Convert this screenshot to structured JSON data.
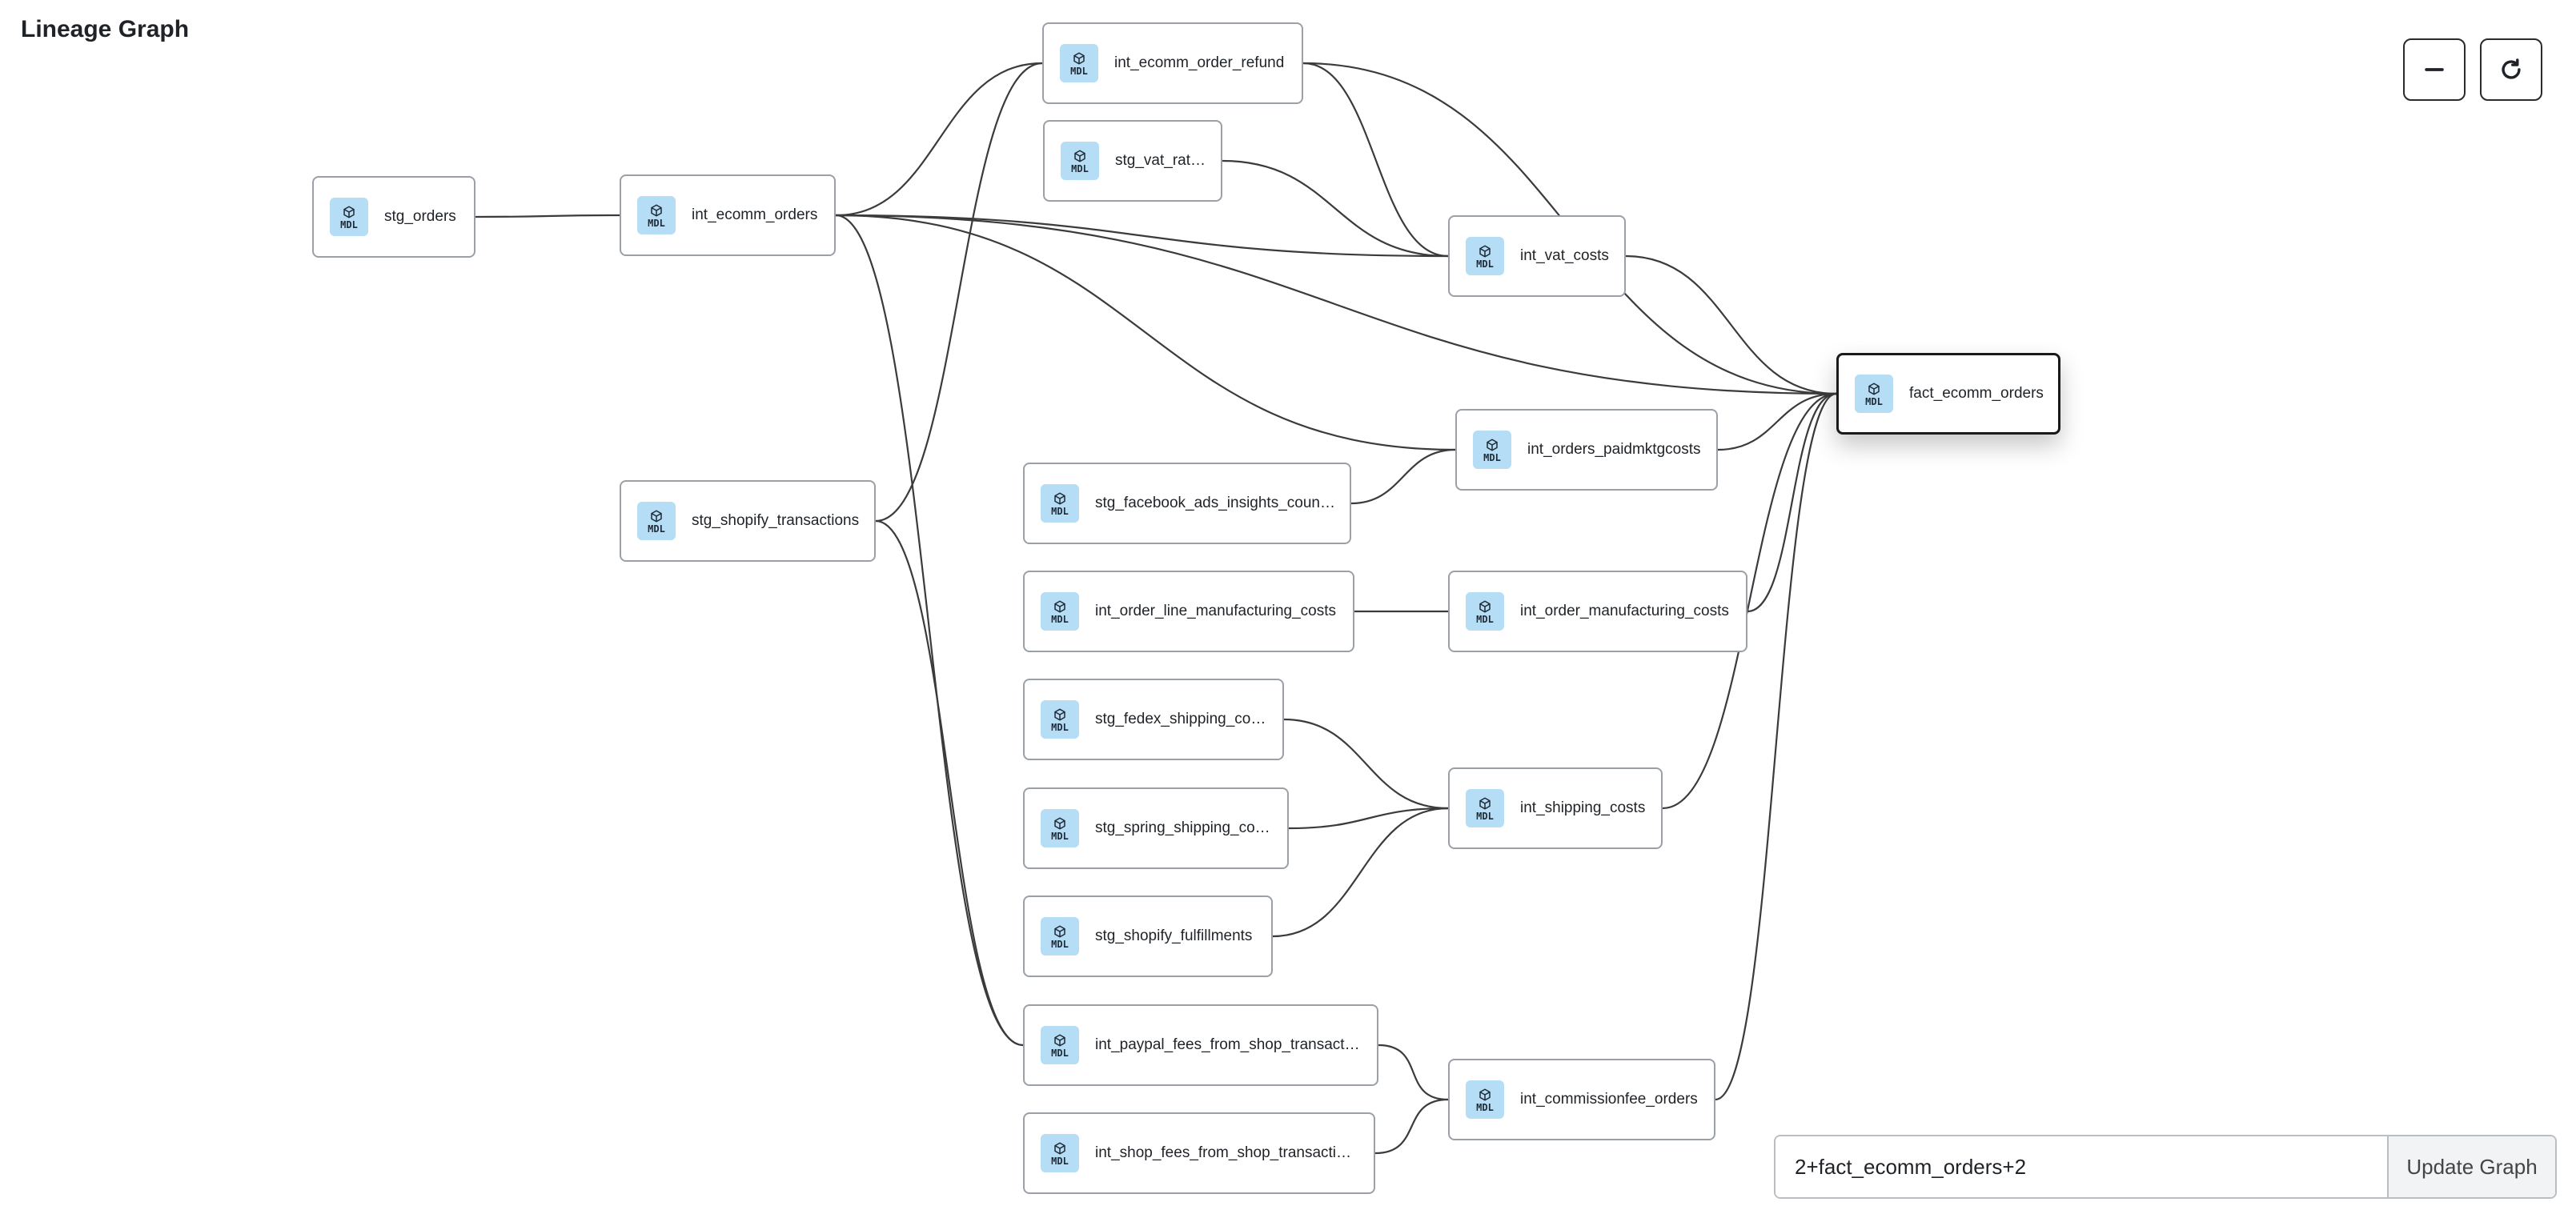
{
  "page": {
    "title": "Lineage Graph"
  },
  "badge_text": "MDL",
  "icons": {
    "node": "cube-icon",
    "collapse": "minus-icon",
    "reset": "refresh-icon"
  },
  "nodes": [
    {
      "id": "stg_orders",
      "label": "stg_orders"
    },
    {
      "id": "int_ecomm_orders",
      "label": "int_ecomm_orders"
    },
    {
      "id": "stg_shopify_transactions",
      "label": "stg_shopify_transactions"
    },
    {
      "id": "int_ecomm_order_refund",
      "label": "int_ecomm_order_refund"
    },
    {
      "id": "stg_vat_rates",
      "label": "stg_vat_rates"
    },
    {
      "id": "stg_facebook_ads_insights_country",
      "label": "stg_facebook_ads_insights_country"
    },
    {
      "id": "int_order_line_manufacturing_costs",
      "label": "int_order_line_manufacturing_costs"
    },
    {
      "id": "stg_fedex_shipping_costs",
      "label": "stg_fedex_shipping_costs"
    },
    {
      "id": "stg_spring_shipping_costs",
      "label": "stg_spring_shipping_costs"
    },
    {
      "id": "stg_shopify_fulfillments",
      "label": "stg_shopify_fulfillments"
    },
    {
      "id": "int_paypal_fees_from_shop_transactions",
      "label": "int_paypal_fees_from_shop_transacti…"
    },
    {
      "id": "int_shop_fees_from_shop_transactions",
      "label": "int_shop_fees_from_shop_transactions"
    },
    {
      "id": "int_vat_costs",
      "label": "int_vat_costs"
    },
    {
      "id": "int_orders_paidmktgcosts",
      "label": "int_orders_paidmktgcosts"
    },
    {
      "id": "int_order_manufacturing_costs",
      "label": "int_order_manufacturing_costs"
    },
    {
      "id": "int_shipping_costs",
      "label": "int_shipping_costs"
    },
    {
      "id": "int_commissionfee_orders",
      "label": "int_commissionfee_orders"
    },
    {
      "id": "fact_ecomm_orders",
      "label": "fact_ecomm_orders",
      "selected": true
    }
  ],
  "edges": [
    [
      "stg_orders",
      "int_ecomm_orders"
    ],
    [
      "int_ecomm_orders",
      "int_ecomm_order_refund"
    ],
    [
      "int_ecomm_orders",
      "int_vat_costs"
    ],
    [
      "int_ecomm_orders",
      "fact_ecomm_orders"
    ],
    [
      "int_ecomm_orders",
      "int_orders_paidmktgcosts"
    ],
    [
      "int_ecomm_orders",
      "int_paypal_fees_from_shop_transactions"
    ],
    [
      "stg_shopify_transactions",
      "int_ecomm_order_refund"
    ],
    [
      "stg_shopify_transactions",
      "int_paypal_fees_from_shop_transactions"
    ],
    [
      "int_ecomm_order_refund",
      "int_vat_costs"
    ],
    [
      "int_ecomm_order_refund",
      "fact_ecomm_orders"
    ],
    [
      "stg_vat_rates",
      "int_vat_costs"
    ],
    [
      "int_vat_costs",
      "fact_ecomm_orders"
    ],
    [
      "stg_facebook_ads_insights_country",
      "int_orders_paidmktgcosts"
    ],
    [
      "int_orders_paidmktgcosts",
      "fact_ecomm_orders"
    ],
    [
      "int_order_line_manufacturing_costs",
      "int_order_manufacturing_costs"
    ],
    [
      "int_order_manufacturing_costs",
      "fact_ecomm_orders"
    ],
    [
      "stg_fedex_shipping_costs",
      "int_shipping_costs"
    ],
    [
      "stg_spring_shipping_costs",
      "int_shipping_costs"
    ],
    [
      "stg_shopify_fulfillments",
      "int_shipping_costs"
    ],
    [
      "int_shipping_costs",
      "fact_ecomm_orders"
    ],
    [
      "int_paypal_fees_from_shop_transactions",
      "int_commissionfee_orders"
    ],
    [
      "int_shop_fees_from_shop_transactions",
      "int_commissionfee_orders"
    ],
    [
      "int_commissionfee_orders",
      "fact_ecomm_orders"
    ]
  ],
  "controls": {
    "query_value": "2+fact_ecomm_orders+2",
    "update_label": "Update Graph"
  }
}
